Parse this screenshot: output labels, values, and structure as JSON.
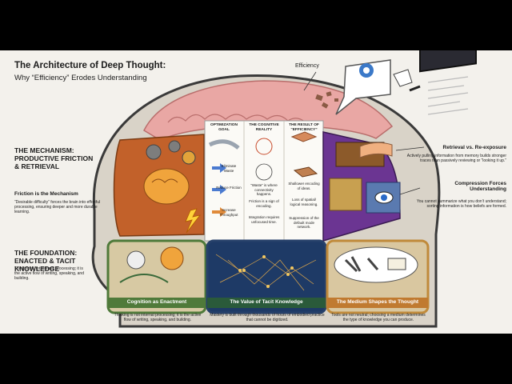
{
  "header": {
    "title": "The Architecture of Deep Thought:",
    "subtitle": "Why “Efficiency” Erodes Understanding",
    "efficiency_label": "Efficiency"
  },
  "mechanism": {
    "title_1": "THE MECHANISM:",
    "title_2": "PRODUCTIVE FRICTION",
    "title_3": "& RETRIEVAL",
    "friction_heading": "Friction is the Mechanism",
    "friction_desc": "“Desirable difficulty” forces the brain into effortful processing, ensuring deeper and more durable learning."
  },
  "foundation": {
    "title_1": "THE FOUNDATION:",
    "title_2": "ENACTED & TACIT",
    "title_3": "KNOWLEDGE",
    "desc": "Thinking is not internal processing; it is the active flow of writing, speaking, and building."
  },
  "table": {
    "col1_header": "OPTIMIZATION GOAL",
    "col2_header": "THE COGNITIVE REALITY",
    "col3_header": "THE RESULT OF “EFFICIENCY”",
    "goals": [
      "Eliminate Waste",
      "Reduce Friction",
      "Increase Throughput"
    ],
    "realities": [
      "“Waste” is where connectivity happens.",
      "Friction is a sign of encoding.",
      "Integration requires unfocused time."
    ],
    "results": [
      "Shallower encoding of ideas.",
      "Loss of spatial/ logical reasoning.",
      "Suppression of the default mode network."
    ]
  },
  "right_panel": {
    "retrieval_heading": "Retrieval vs. Re-exposure",
    "retrieval_desc": "Actively pulling information from memory builds stronger traces than passively reviewing or “looking it up.”",
    "compression_heading_1": "Compression Forces",
    "compression_heading_2": "Understanding",
    "compression_desc": "You cannot summarize what you don’t understand; sorting information is how beliefs are formed."
  },
  "bottom": {
    "panels": [
      {
        "caption": "Cognition as Enactment",
        "desc": "Thinking is not internal processing; it is the active flow of writing, speaking, and building."
      },
      {
        "caption": "The Value of Tacit Knowledge",
        "desc": "Mastery is built through thousands of hours of embodied practice that cannot be digitized."
      },
      {
        "caption": "The Medium Shapes the Thought",
        "desc": "Tools are not neutral; choosing a medium determines the type of knowledge you can produce."
      }
    ]
  },
  "colors": {
    "background": "#f3f1ec",
    "head_outline": "#3a3a3a",
    "brain_pink": "#e9a7a4",
    "mechanism_orange": "#e07a2a",
    "retrieval_purple": "#7a3fa0",
    "foundation_green": "#4f7a3a",
    "tacit_navy": "#26406a",
    "medium_orange": "#d08a3a"
  }
}
